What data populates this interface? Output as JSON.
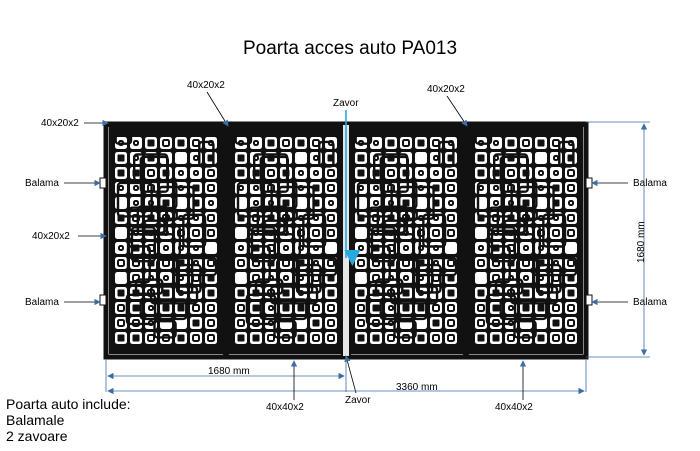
{
  "title": "Poarta acces auto PA013",
  "labels": {
    "top_left_profile": "40x20x2",
    "top_mid_profile_left": "40x20x2",
    "top_mid_profile_right": "40x20x2",
    "left_profile": "40x20x2",
    "hinge_left_top": "Balama",
    "hinge_left_bottom": "Balama",
    "hinge_right_top": "Balama",
    "hinge_right_bottom": "Balama",
    "lock_top": "Zavor",
    "lock_bottom": "Zavor",
    "width_half": "1680 mm",
    "width_total": "3360 mm",
    "height": "1680 mm",
    "bottom_profile_left": "40x40x2",
    "bottom_profile_right": "40x40x2"
  },
  "notes": {
    "heading": "Poarta auto include:",
    "items": [
      "Balamale",
      "2 zavoare"
    ]
  },
  "colors": {
    "frame": "#111111",
    "background": "#ffffff",
    "dimension": "#3a6ea5",
    "lock_arrow": "#2aa8e0"
  }
}
